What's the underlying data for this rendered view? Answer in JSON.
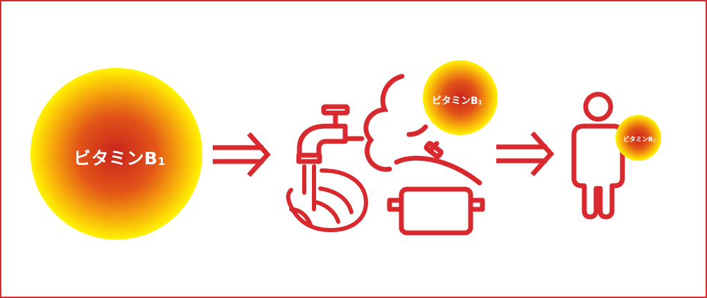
{
  "vitamin_label": {
    "main": "ビタミンB",
    "sub": "1"
  },
  "colors": {
    "line": "#d8292f",
    "orb_center": "#c8231e",
    "orb_mid": "#ef7a10",
    "orb_edge": "#fff400"
  },
  "icons": [
    "vitamin-orb",
    "arrow-right-icon",
    "faucet-icon",
    "vegetables-icon",
    "steam-icon",
    "cooking-pot-icon",
    "person-icon"
  ]
}
